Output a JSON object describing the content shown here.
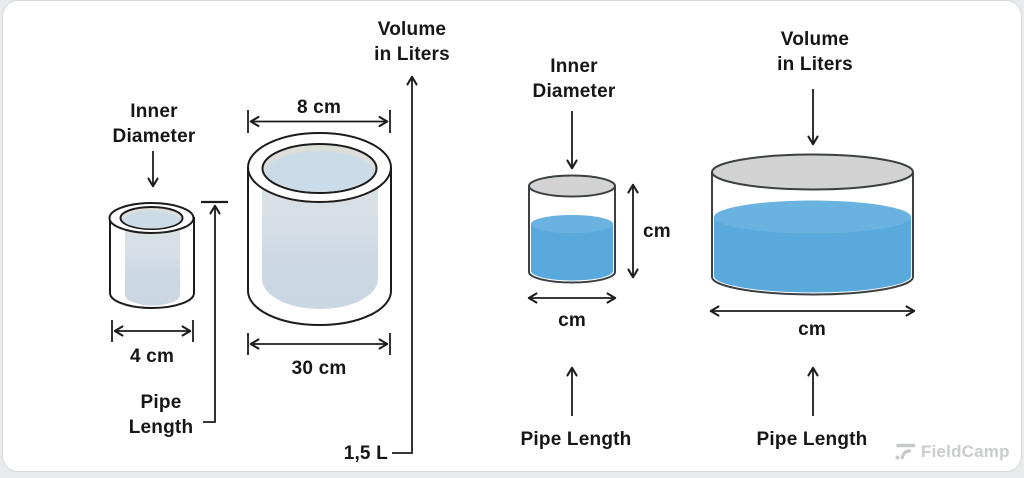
{
  "brand": {
    "name": "FieldCamp"
  },
  "colors": {
    "card_bg": "#ffffff",
    "page_bg": "#e8eaeb",
    "outline_dark": "#1c1c1c",
    "outline_soft": "#3c4043",
    "rim_gray": "#dcded9",
    "pale_liquid": "#ccdbe8",
    "lid_gray": "#d3d3d3",
    "blue_liquid": "#5aa9dc",
    "blue_surface": "#6ab3e1",
    "text": "#161616",
    "watermark": "#c9cbcc"
  },
  "left_panel": {
    "inner_diameter": "Inner Diameter",
    "top_diameter": "8 cm",
    "small_diameter": "4 cm",
    "big_diameter": "30 cm",
    "pipe_length": "Pipe Length",
    "volume_header": "Volume in Liters",
    "volume_value": "1,5 L"
  },
  "right_panel": {
    "inner_diameter": "Inner Diameter",
    "volume_header": "Volume in Liters",
    "height_unit": "cm",
    "small_diameter_unit": "cm",
    "big_diameter_unit": "cm",
    "pipe_length_small": "Pipe Length",
    "pipe_length_big": "Pipe Length"
  }
}
